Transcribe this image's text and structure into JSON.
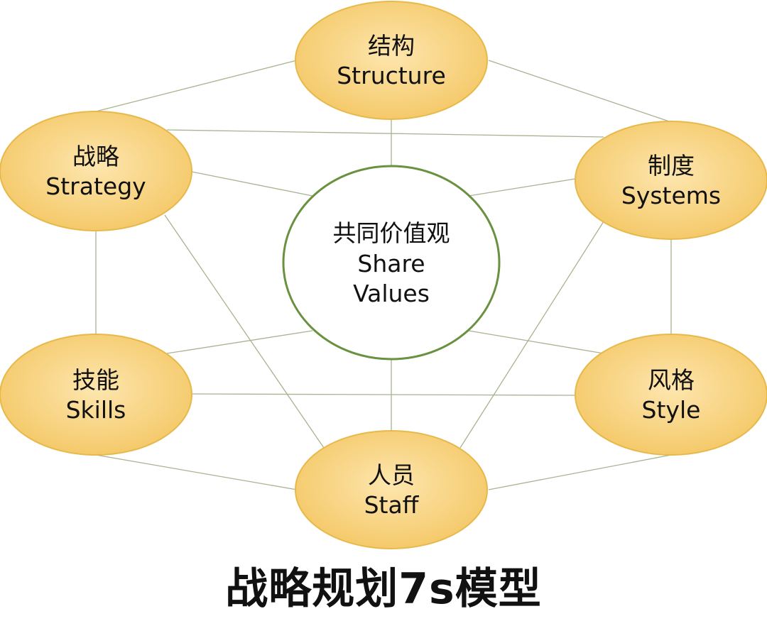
{
  "diagram": {
    "title": "战略规划7s模型",
    "center": {
      "cn": "共同价值观",
      "en_line1": "Share",
      "en_line2": "Values"
    },
    "nodes": [
      {
        "id": "structure",
        "cn": "结构",
        "en": "Structure"
      },
      {
        "id": "strategy",
        "cn": "战略",
        "en": "Strategy"
      },
      {
        "id": "systems",
        "cn": "制度",
        "en": "Systems"
      },
      {
        "id": "skills",
        "cn": "技能",
        "en": "Skills"
      },
      {
        "id": "style",
        "cn": "风格",
        "en": "Style"
      },
      {
        "id": "staff",
        "cn": "人员",
        "en": "Staff"
      }
    ],
    "colors": {
      "node_fill_center": "#fde6ae",
      "node_fill_edge": "#f3c45e",
      "node_border": "#e7b94a",
      "center_border": "#69913f",
      "connector": "#a8b391",
      "text": "#111111"
    }
  }
}
